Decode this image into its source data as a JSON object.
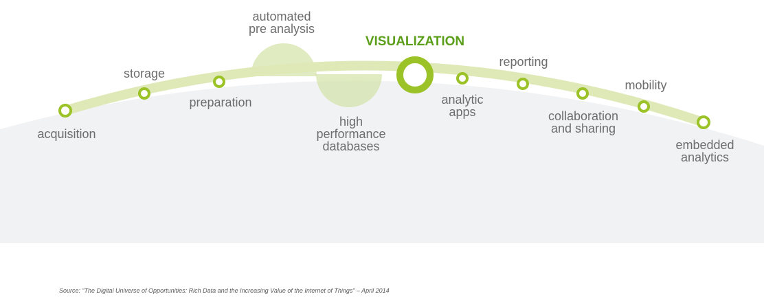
{
  "highlight_label": "VISUALIZATION",
  "stages": [
    {
      "id": "acquisition",
      "lines": [
        "acquisition"
      ]
    },
    {
      "id": "storage",
      "lines": [
        "storage"
      ]
    },
    {
      "id": "preparation",
      "lines": [
        "preparation"
      ]
    },
    {
      "id": "automated-pre-analysis",
      "lines": [
        "automated",
        "pre analysis"
      ]
    },
    {
      "id": "high-performance-databases",
      "lines": [
        "high",
        "performance",
        "databases"
      ]
    },
    {
      "id": "visualization",
      "lines": []
    },
    {
      "id": "analytic-apps",
      "lines": [
        "analytic",
        "apps"
      ]
    },
    {
      "id": "reporting",
      "lines": [
        "reporting"
      ]
    },
    {
      "id": "collaboration-and-sharing",
      "lines": [
        "collaboration",
        "and sharing"
      ]
    },
    {
      "id": "mobility",
      "lines": [
        "mobility"
      ]
    },
    {
      "id": "embedded-analytics",
      "lines": [
        "embedded",
        "analytics"
      ]
    }
  ],
  "source": "Source: “The Digital Universe of Opportunities: Rich Data and the Increasing Value of the Internet of Things” – April 2014",
  "colors": {
    "arc": "#dfe9b8",
    "node_ring": "#9bc226",
    "node_fill": "#ffffff",
    "bubble": "#cfe0a1",
    "bubble_opacity": 0.65,
    "dome": "#f1f2f4",
    "highlight": "#5a9e1a",
    "label": "#6d6d6d"
  }
}
